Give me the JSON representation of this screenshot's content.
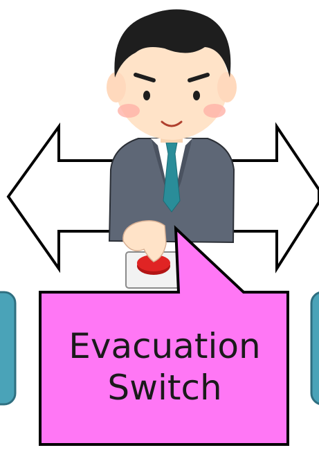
{
  "callout": {
    "line1": "Evacuation",
    "line2": "Switch"
  },
  "colors": {
    "callout_fill": "#ff77f5",
    "side_box_fill": "#4aa3b8",
    "suit": "#5e6776",
    "tie": "#2a8d99",
    "hair": "#1e1e1e",
    "skin": "#ffe3c8",
    "button_red": "#d92020"
  },
  "icons": [
    "double-arrow",
    "businessman",
    "emergency-button",
    "speech-callout"
  ]
}
